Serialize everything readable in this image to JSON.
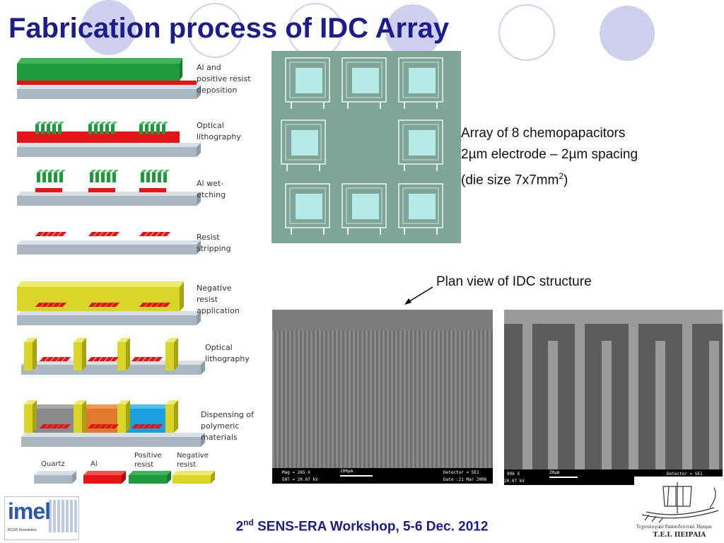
{
  "slide": {
    "title": "Fabrication process of IDC Array",
    "colors": {
      "title": "#1c1c8c",
      "decor_circles": "#cfd0ee",
      "al": "#e41414",
      "positive_resist": "#1f9a3c",
      "negative_resist": "#d8d428",
      "quartz": "#aab7c2"
    }
  },
  "process_steps": [
    {
      "label": "Al and\npositive resist\ndeposition"
    },
    {
      "label": "Optical\nlithography"
    },
    {
      "label": "Al wet-\netching"
    },
    {
      "label": "Resist\nstripping"
    },
    {
      "label": "Negative\nresist\napplication"
    },
    {
      "label": "Optical\nlithography"
    },
    {
      "label": "Dispensing of\npolymeric\nmaterials"
    }
  ],
  "legend": [
    {
      "label": "Quartz",
      "color": "#aab7c2"
    },
    {
      "label": "Al",
      "color": "#e41414"
    },
    {
      "label": "Positive\nresist",
      "color": "#1f9a3c"
    },
    {
      "label": "Negative\nresist",
      "color": "#d8d428"
    }
  ],
  "array_info": {
    "line1": "Array of 8 chemopapacitors",
    "line2": "2µm electrode – 2µm spacing",
    "line3_prefix": "(die size 7x7mm",
    "line3_sup": "2",
    "line3_suffix": ")"
  },
  "plan_view_caption": "Plan view of IDC structure",
  "sem_left": {
    "mag": "Mag =   265 X",
    "eht": "EHT = 20.07 kV",
    "scale": "100µm",
    "detector": "Detector = SE1",
    "date": "Date :21 Mar 2006"
  },
  "sem_right": {
    "mag": "996 X",
    "eht": "20.07 kV",
    "scale": "20µm",
    "detector": "Detector = SE1"
  },
  "footer": {
    "sup": "nd",
    "prefix": "2",
    "text": " SENS-ERA Workshop, 5-6 Dec. 2012"
  },
  "logos": {
    "left_main": "imel",
    "left_sub": "NCSR Demokritos",
    "right_line1": "Τεχνολογικό Εκπαιδευτικό Ίδρυμα",
    "right_line2": "Τ.Ε.Ι. ΠΕΙΡΑΙΑ"
  }
}
